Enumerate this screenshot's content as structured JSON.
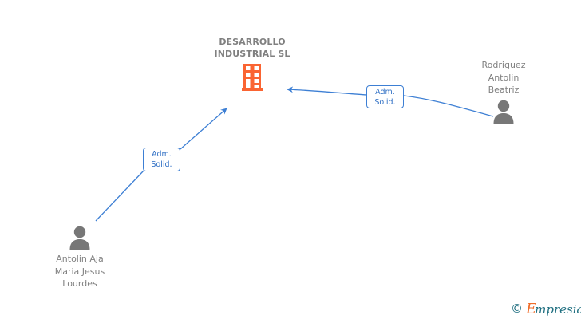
{
  "diagram": {
    "background_color": "#ffffff",
    "company": {
      "name": "DESARROLLO\nINDUSTRIAL SL",
      "icon": "building-icon",
      "icon_color": "#fa6432",
      "label_color": "#808080"
    },
    "persons": [
      {
        "id": "rodriguez",
        "name": "Rodriguez\nAntolin\nBeatriz",
        "icon": "person-icon",
        "icon_color": "#777777",
        "label_color": "#808080"
      },
      {
        "id": "antolin",
        "name": "Antolin Aja\nMaria Jesus\nLourdes",
        "icon": "person-icon",
        "icon_color": "#777777",
        "label_color": "#808080"
      }
    ],
    "edges": [
      {
        "id": "edge-rodriguez-company",
        "from": "rodriguez",
        "to": "company",
        "label": "Adm.\nSolid.",
        "color": "#3d7fd4",
        "arrow": "to-company"
      },
      {
        "id": "edge-antolin-company",
        "from": "antolin",
        "to": "company",
        "label": "Adm.\nSolid.",
        "color": "#3d7fd4",
        "arrow": "to-company"
      }
    ]
  },
  "watermark": {
    "copyright": "©",
    "brand_initial": "E",
    "brand_rest": "mpresia",
    "initial_color": "#ef6c2a",
    "text_color": "#1f6f80"
  }
}
